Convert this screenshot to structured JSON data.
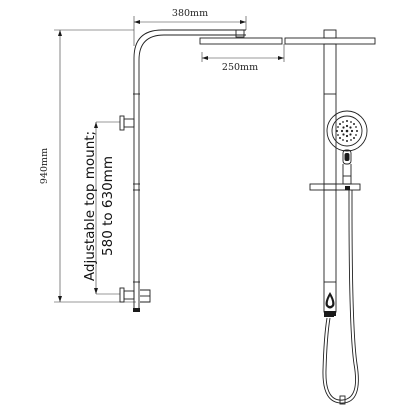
{
  "dimensions": {
    "arm_reach": "380mm",
    "head_size": "250mm",
    "total_height": "940mm"
  },
  "annotation": {
    "line1": "Adjustable top mount;",
    "line2": "580 to 630mm"
  },
  "colors": {
    "stroke": "#222222",
    "background": "#ffffff"
  }
}
